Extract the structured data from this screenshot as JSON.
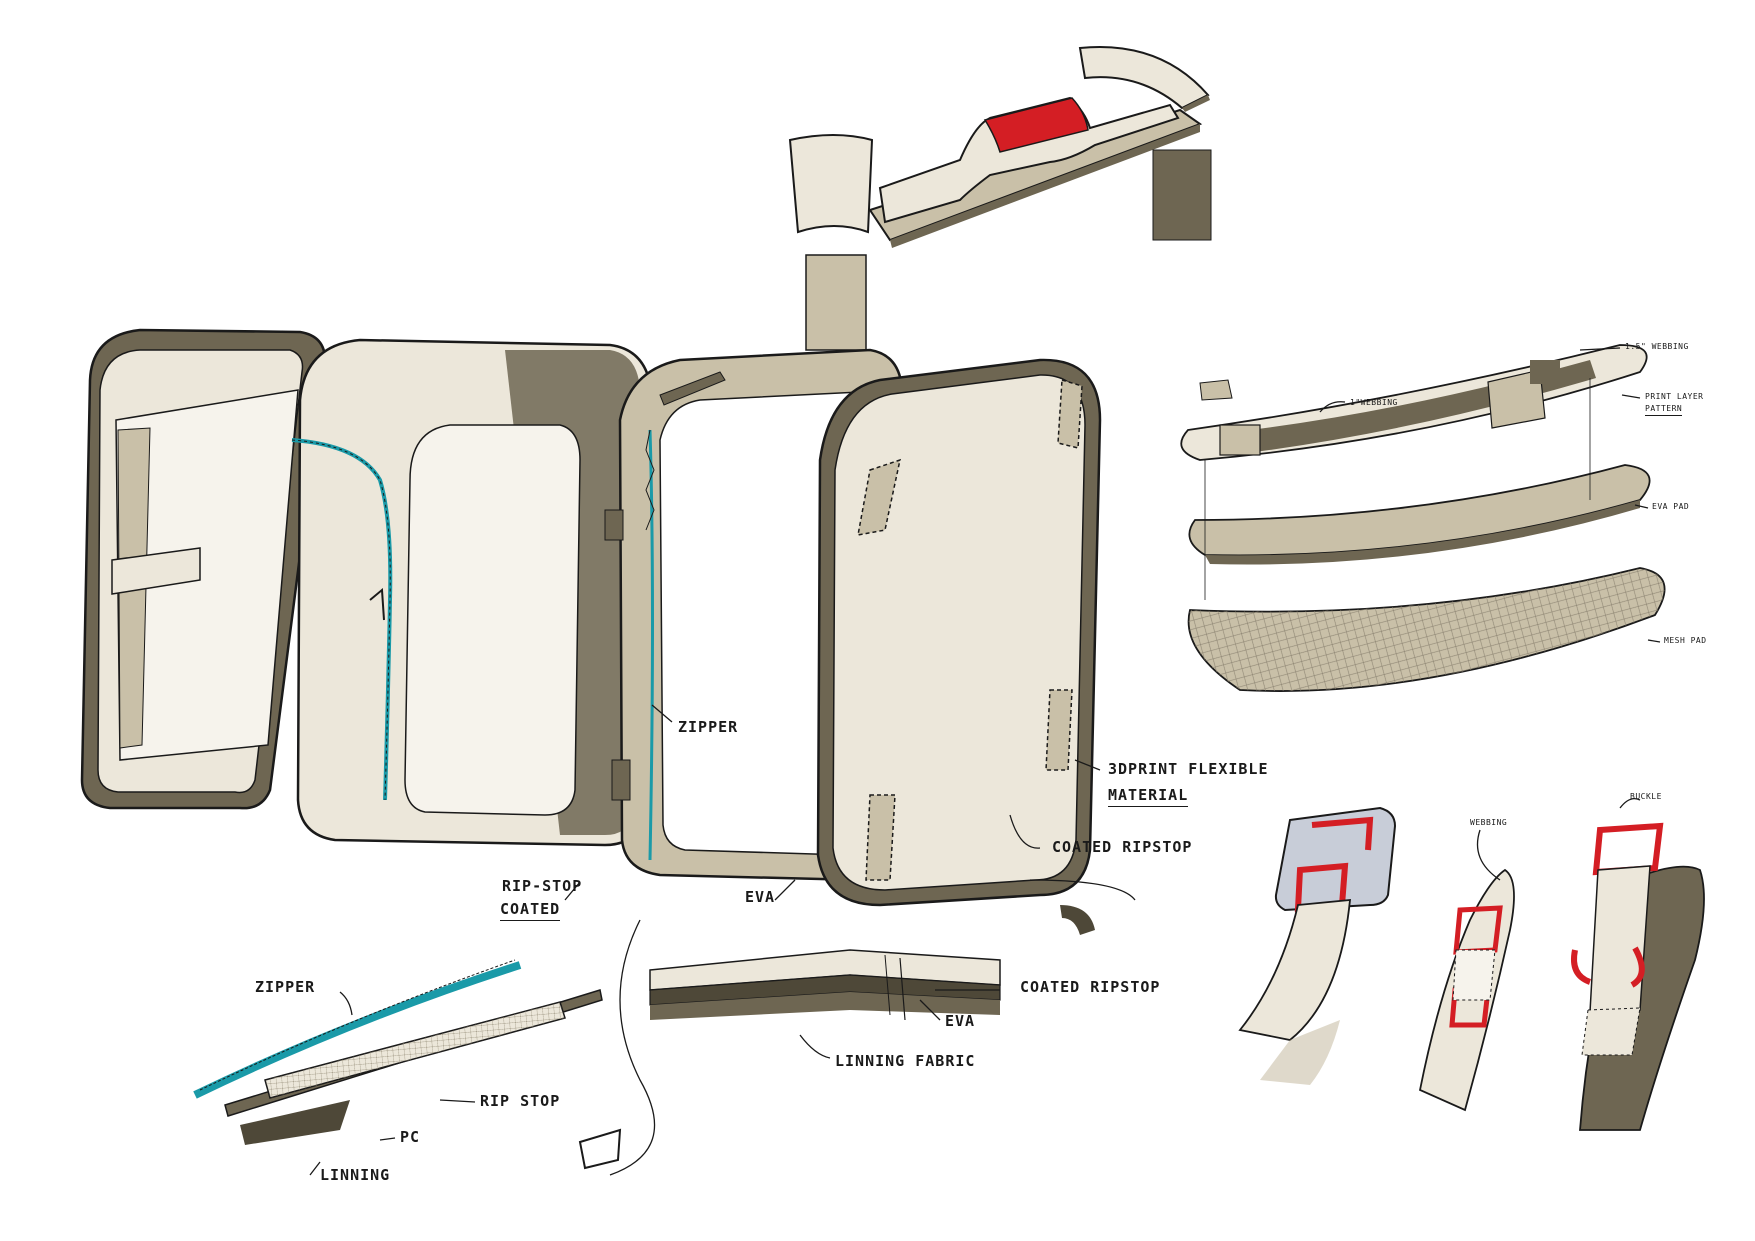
{
  "labels": {
    "zipper_main": "ZIPPER",
    "print_flexible_line1": "3DPRINT FLEXIBLE",
    "print_flexible_line2": "MATERIAL",
    "coated_ripstop_main": "COATED RIPSTOP",
    "ripstop_coated_line1": "RIP-STOP",
    "ripstop_coated_line2": "COATED",
    "eva_main": "EVA",
    "zipper_detail": "ZIPPER",
    "ripstop_detail": "RIP STOP",
    "pc_detail": "PC",
    "linning_detail": "LINNING",
    "coated_ripstop_detail": "COATED RIPSTOP",
    "eva_detail": "EVA",
    "linning_fabric": "LINNING FABRIC",
    "webbing_15": "1.5\" WEBBING",
    "webbing_1": "1\"WEBBING",
    "print_layer_line1": "PRINT LAYER",
    "print_layer_line2": "PATTERN",
    "eva_pad": "EVA PAD",
    "mesh_pad": "MESH PAD",
    "buckle": "BUCKLE",
    "webbing_strap": "WEBBING"
  },
  "colors": {
    "ink": "#1a1a1a",
    "fabric_light": "#ece7da",
    "fabric_mid": "#c9c0a8",
    "fabric_dark": "#6e6652",
    "fabric_shadow": "#4e4838",
    "zipper_teal": "#1a9aa8",
    "accent_red": "#d41e24"
  }
}
